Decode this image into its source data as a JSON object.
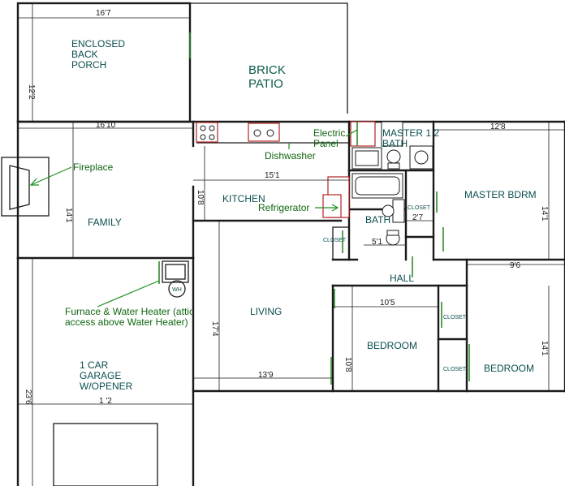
{
  "rooms": {
    "porch": [
      "ENCLOSED",
      "BACK",
      "PORCH"
    ],
    "patio": [
      "BRICK",
      "PATIO"
    ],
    "family": "FAMILY",
    "kitchen": "KITCHEN",
    "living": "LIVING",
    "garage": [
      "1 CAR",
      "GARAGE",
      "W/OPENER"
    ],
    "master_bath": [
      "MASTER 1 2",
      "BATH"
    ],
    "master_bedroom": "MASTER BDRM",
    "bath": "BATH",
    "hall": "HALL",
    "bedroom_1": "BEDROOM",
    "bedroom_2": "BEDROOM",
    "closet_master": "CLOSET",
    "closet_hall": "CLOSET",
    "closet_bed_1": "CLOSET",
    "closet_bed_2": "CLOSET"
  },
  "annotations": {
    "fireplace": "Fireplace",
    "electric_panel": [
      "Electric",
      "Panel"
    ],
    "dishwasher": "Dishwasher",
    "refrigerator": "Refrigerator",
    "furnace": [
      "Furnace & Water Heater (attic",
      "access above Water Heater)"
    ],
    "water_heater_symbol": "WH"
  },
  "dimensions": {
    "porch_width": "16'7",
    "porch_depth": "12'2",
    "family_width": "16'10",
    "family_depth": "14'1",
    "kitchen_width": "15'1",
    "kitchen_depth": "10'8",
    "living_width": "13'9",
    "living_depth": "17'4",
    "garage_width": "1 '2",
    "garage_depth": "23'6",
    "master_width": "12'8",
    "master_depth": "14'1",
    "master_closet_width": "2'7",
    "bath_width": "5'1",
    "bedroom_1_width": "10'5",
    "bedroom_1_depth": "10'8",
    "bedroom_2_width": "9'6",
    "bedroom_2_depth": "14'1"
  },
  "colors": {
    "walls": "#1a1a1a",
    "room_labels": "#0b4f4f",
    "annotations": "#116611",
    "doors": "#2e8b2e",
    "kitchen_fixtures": "#b22222"
  }
}
